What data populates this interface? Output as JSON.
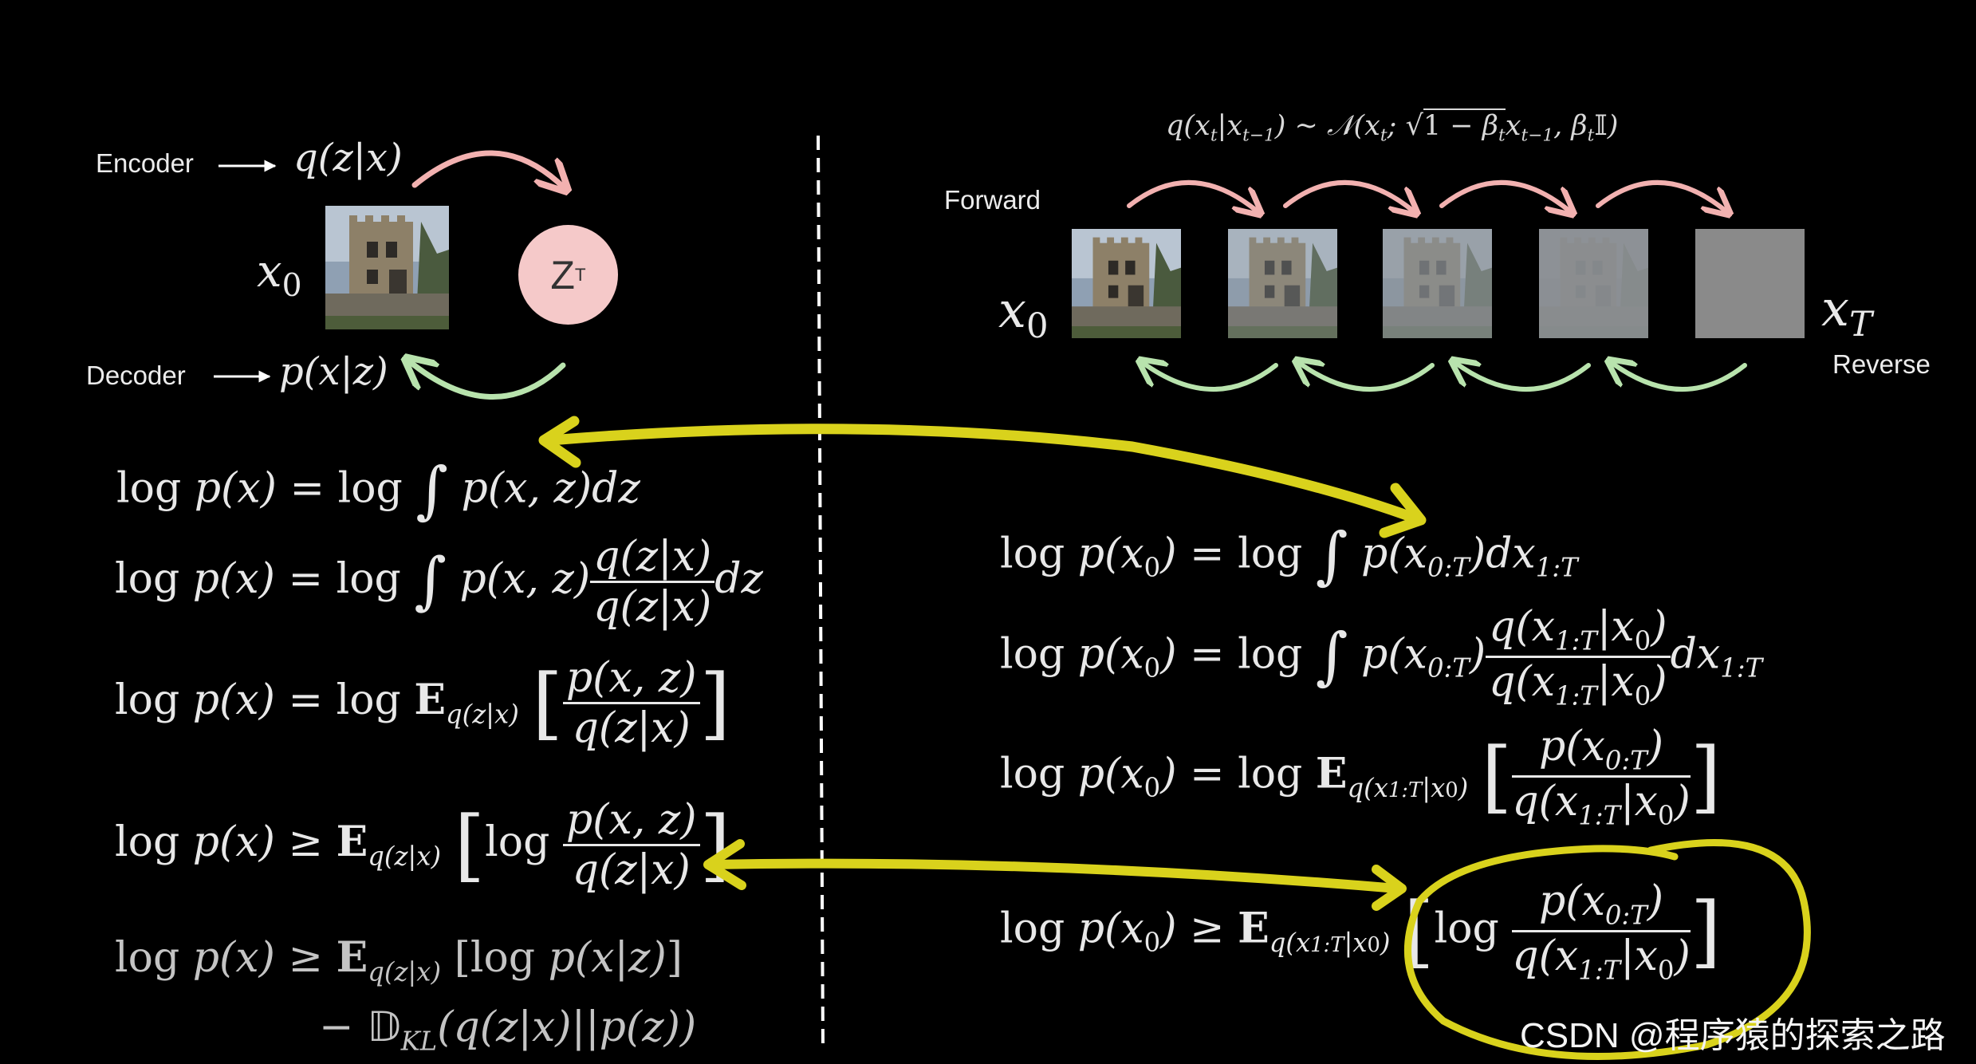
{
  "vae": {
    "encoder_label": "Encoder",
    "encoder_dist": "q(z|x)",
    "decoder_label": "Decoder",
    "decoder_dist": "p(x|z)",
    "x0": "x0",
    "latent": "ZT",
    "equations": [
      "log p(x) = log ∫ p(x, z)dz",
      "log p(x) = log ∫ p(x, z) q(z|x) / q(z|x) dz",
      "log p(x) = log E_q(z|x) [ p(x, z) / q(z|x) ]",
      "log p(x) ≥ E_q(z|x) [ log p(x, z) / q(z|x) ]",
      "log p(x) ≥ E_q(z|x) [log p(x|z)]",
      "− D_KL(q(z|x)||p(z))"
    ]
  },
  "diffusion": {
    "forward_formula": "q(xt|xt−1) ~ N(xt; √(1 − βt) xt−1, βt I)",
    "forward_label": "Forward",
    "reverse_label": "Reverse",
    "x0": "x0",
    "xT": "xT",
    "noise_levels": [
      0,
      0.2,
      0.45,
      0.75,
      1.0
    ],
    "equations": [
      "log p(x0) = log ∫ p(x0:T)dx1:T",
      "log p(x0) = log ∫ p(x0:T) q(x1:T|x0) / q(x1:T|x0) dx1:T",
      "log p(x0) = log E_q(x1:T|x0) [ p(x0:T) / q(x1:T|x0) ]",
      "log p(x0) ≥ E_q(x1:T|x0) [ log p(x0:T) / q(x1:T|x0) ]"
    ]
  },
  "colors": {
    "forward_arrow": "#f2b1b0",
    "reverse_arrow": "#b8e3ad",
    "highlight": "#d9d21c",
    "divider": "#ffffff"
  },
  "watermark": "CSDN @程序猿的探索之路"
}
